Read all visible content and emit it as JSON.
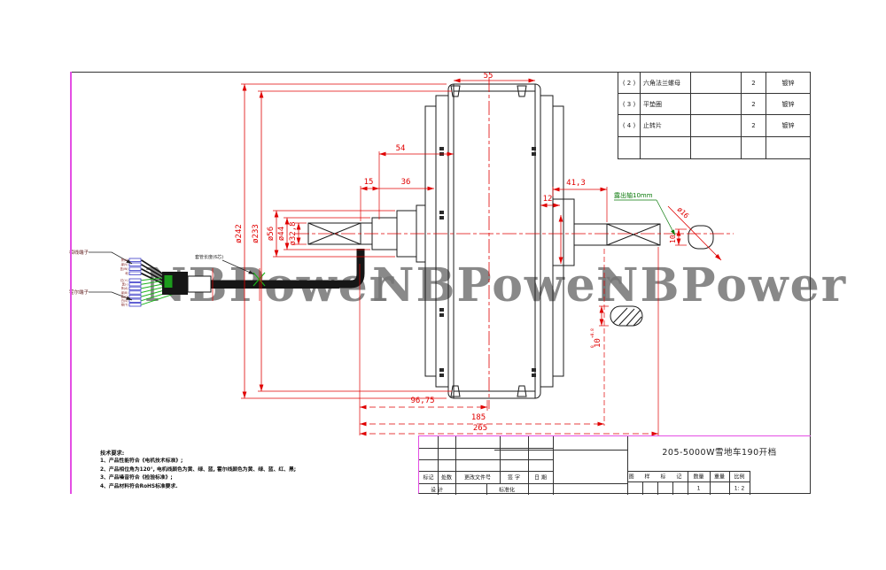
{
  "watermark": {
    "text": "NBPower",
    "color": "#757575"
  },
  "frame": {
    "accent_color": "#e44fe4"
  },
  "parts_table": {
    "rows": [
      {
        "no": "( 2 )",
        "name": "六角法兰螺母",
        "spec": "",
        "qty": "2",
        "finish": "镀锌"
      },
      {
        "no": "( 3 )",
        "name": "平垫圈",
        "spec": "",
        "qty": "2",
        "finish": "镀锌"
      },
      {
        "no": "( 4 )",
        "name": "止转片",
        "spec": "",
        "qty": "2",
        "finish": "镀锌"
      }
    ]
  },
  "title_block": {
    "part_name": "205-5000W雪地车190开档",
    "rev_headers": {
      "mark": "标记",
      "count": "处数",
      "doc_no": "更改文件号",
      "sign": "签 字",
      "date": "日 期"
    },
    "design_label": "设 计",
    "standard_label": "标准化",
    "stamp_header": "图 样 标 记",
    "qty_header": "数量",
    "weight_header": "重量",
    "scale_header": "比例",
    "qty_value": "1",
    "scale_value": "1: 2"
  },
  "notes": {
    "heading": "技术要求:",
    "items": [
      "1、产品性能符合《电机技术标准》;",
      "2、产品相位角为120°, 电机线颜色为黄、绿、蓝, 霍尔线颜色为黄、绿、蓝、红、黑;",
      "3、产品噪音符合《检验标准》;",
      "4、产品材料符合RoHS标准要求."
    ]
  },
  "dimensions": {
    "top_width": "55",
    "flange_offset": "54",
    "cover_gap": "15",
    "hub_width": "36",
    "shaft_len_right": "41,3",
    "boss_width": "12",
    "dia_outer": "ø242",
    "dia_inner": "ø233",
    "dia_flange": "ø56",
    "dia_step": "ø44",
    "dia_shaft": "ø32,8",
    "axle_to_center": "96,75",
    "mount_span": "185",
    "total_length": "265",
    "flat_width": "10",
    "flat_tol_up": "+0.8",
    "flat_tol_dn": "0",
    "shaft_end_dia": "ø16",
    "flat_height": "10"
  },
  "callouts": {
    "phase_terminal": "相线端子",
    "hall_terminal": "霍尔端子",
    "sleeve_note": "套管长度(6芯)",
    "shaft_protrude": "露出轴10mm"
  },
  "wire_labels": {
    "phase": [
      "黄(U)",
      "绿(V)",
      "蓝(W)",
      "地"
    ],
    "hall": [
      "红(+)",
      "黑(-)",
      "黄(A)",
      "绿(B)",
      "蓝(C)",
      "白(S)",
      "棕(T)"
    ]
  }
}
